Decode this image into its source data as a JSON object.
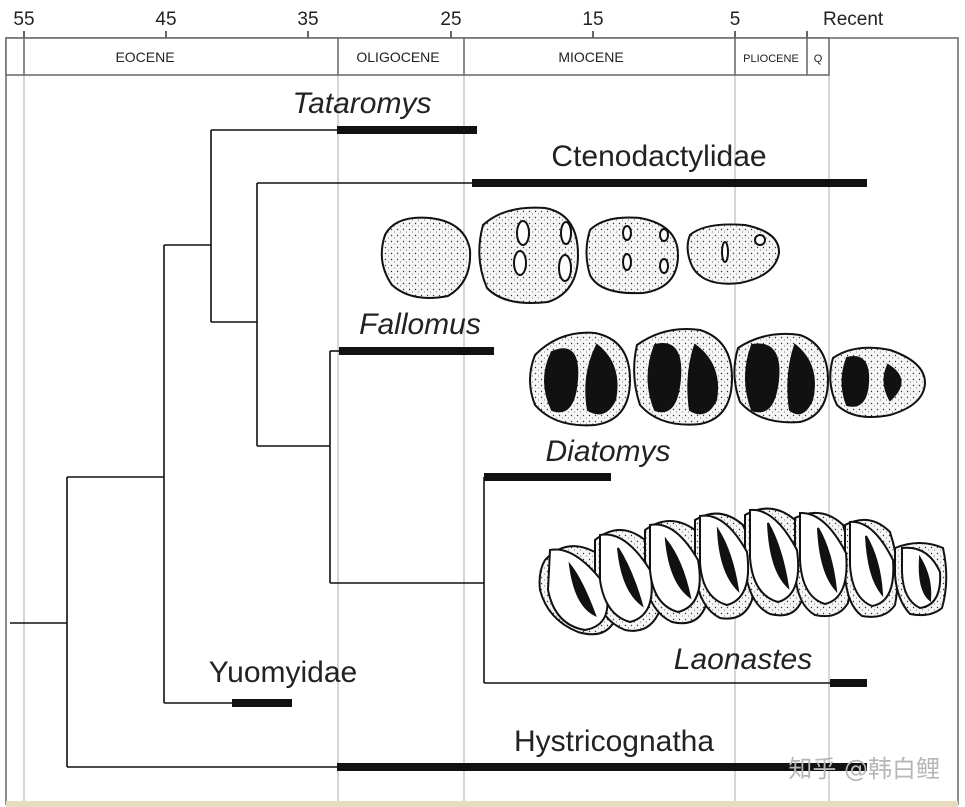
{
  "timescale": {
    "ticks": [
      "55",
      "45",
      "35",
      "25",
      "15",
      "5"
    ],
    "recent_label": "Recent"
  },
  "epochs": [
    "EOCENE",
    "OLIGOCENE",
    "MIOCENE",
    "PLIOCENE",
    "Q"
  ],
  "taxa": {
    "tataromys": "Tataromys",
    "ctenodactylidae": "Ctenodactylidae",
    "fallomus": "Fallomus",
    "diatomys": "Diatomys",
    "laonastes": "Laonastes",
    "yuomyidae": "Yuomyidae",
    "hystricognatha": "Hystricognatha"
  },
  "watermark": "知乎 @韩白鲤",
  "colors": {
    "line": "#111111",
    "grid": "#bbbbbb",
    "box": "#666666",
    "tooth_fill": "#f4f4f4"
  }
}
